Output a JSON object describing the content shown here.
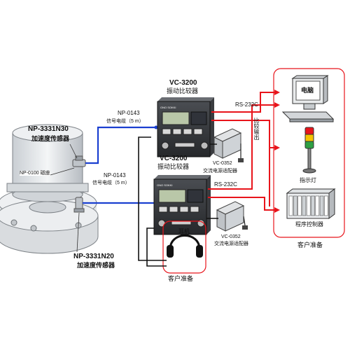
{
  "sensor_top": {
    "model": "NP-3331N30",
    "type": "加速度传感器"
  },
  "sensor_bottom": {
    "model": "NP-3331N20",
    "type": "加速度传感器"
  },
  "mount_base": "NP-0100 磁座",
  "cable_top": {
    "model": "NP-0143",
    "desc": "信号电缆（5 m）"
  },
  "cable_bottom": {
    "model": "NP-0143",
    "desc": "信号电缆（5 m）"
  },
  "comparator_top": {
    "model": "VC-3200",
    "name": "振动比较器"
  },
  "comparator_bottom": {
    "model": "VC-3200",
    "name": "振动比较器"
  },
  "device_brand": "ONO SOKKI",
  "adapter_top": {
    "model": "VC-0352",
    "name": "交流电源适配器"
  },
  "adapter_bottom": {
    "model": "VC-0352",
    "name": "交流电源适配器"
  },
  "rs232_top": "RS-232C",
  "rs232_bottom": "RS-232C",
  "compare_output": "比较输出",
  "customer_prep_right": "客户准备",
  "customer_prep_bottom": "客户准备",
  "pc_label": "电脑",
  "lamp_label": "指示灯",
  "plc_label": "程序控制器",
  "headphone_label": "耳机",
  "colors": {
    "signal_cable": "#1a3fd0",
    "output_line": "#e8141b",
    "customer_box": "#e8141b",
    "power_line": "#111111"
  }
}
